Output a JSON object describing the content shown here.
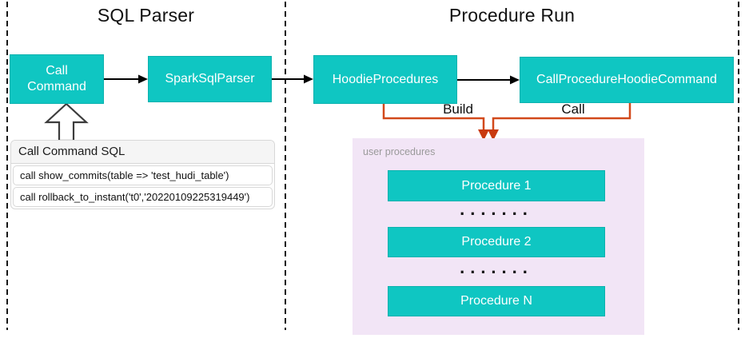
{
  "diagram": {
    "sections": [
      {
        "title": "SQL Parser"
      },
      {
        "title": "Procedure Run"
      }
    ],
    "nodes": {
      "call_command": "Call Command",
      "spark_sql_parser": "SparkSqlParser",
      "hoodie_procedures": "HoodieProcedures",
      "call_procedure_hoodie_command": "CallProcedureHoodieCommand"
    },
    "edge_labels": {
      "build": "Build",
      "call": "Call"
    }
  },
  "sql_panel": {
    "header": "Call Command SQL",
    "rows": [
      "call show_commits(table => 'test_hudi_table')",
      "call rollback_to_instant('t0','20220109225319449')"
    ]
  },
  "user_procedures": {
    "label": "user procedures",
    "items": [
      "Procedure 1",
      "Procedure 2",
      "Procedure N"
    ],
    "dots": "......."
  },
  "colors": {
    "teal": "#0fc6c2",
    "teal-border": "#0cb1ae",
    "pink": "#f2e5f6",
    "orange": "#d2491b",
    "line": "#000000",
    "gray-text": "#9a9a9a",
    "panel-border": "#d8d8d8",
    "panel-header-bg": "#f5f5f5"
  }
}
